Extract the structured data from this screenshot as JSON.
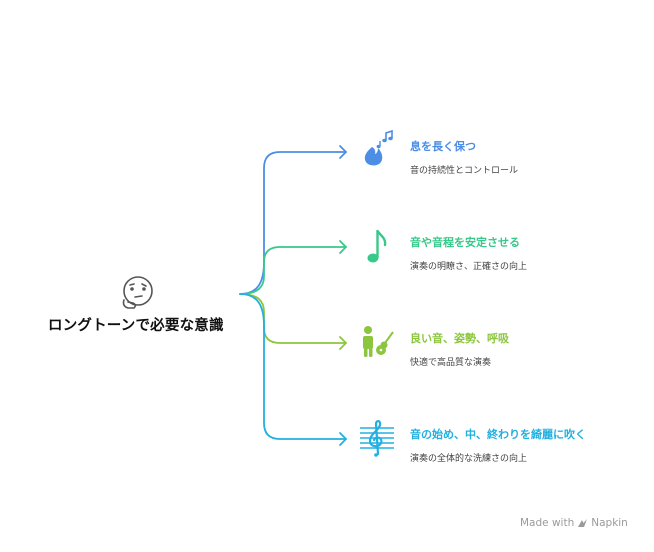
{
  "root": {
    "label": "ロングトーンで必要な意識",
    "icon": "thinking-face-icon"
  },
  "branches": [
    {
      "title": "息を長く保つ",
      "description": "音の持続性とコントロール",
      "color": "#4c8ee6",
      "icon": "fire-music-notes-icon"
    },
    {
      "title": "音や音程を安定させる",
      "description": "演奏の明瞭さ、正確さの向上",
      "color": "#37c98a",
      "icon": "music-note-icon"
    },
    {
      "title": "良い音、姿勢、呼吸",
      "description": "快適で高品質な演奏",
      "color": "#8cc63f",
      "icon": "guitar-player-icon"
    },
    {
      "title": "音の始め、中、終わりを綺麗に吹く",
      "description": "演奏の全体的な洗練さの向上",
      "color": "#22b0e0",
      "icon": "treble-clef-staff-icon"
    }
  ],
  "watermark": {
    "text": "Made with",
    "brand": "Napkin"
  }
}
